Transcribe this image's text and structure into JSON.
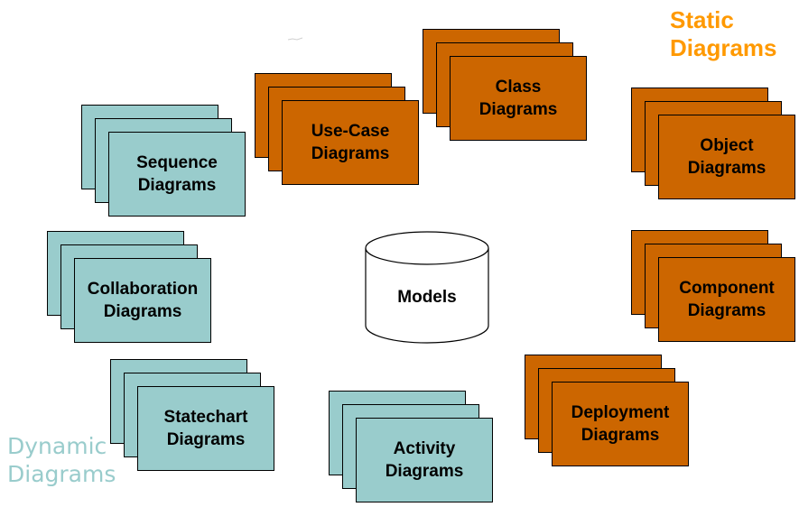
{
  "groups": {
    "static_title": "Static\nDiagrams",
    "dynamic_title": "Dynamic\nDiagrams"
  },
  "center": {
    "label": "Models"
  },
  "diagrams": [
    {
      "id": "class-diagrams",
      "label": "Class\nDiagrams",
      "kind": "static"
    },
    {
      "id": "use-case-diagrams",
      "label": "Use-Case\nDiagrams",
      "kind": "static"
    },
    {
      "id": "object-diagrams",
      "label": "Object\nDiagrams",
      "kind": "static"
    },
    {
      "id": "component-diagrams",
      "label": "Component\nDiagrams",
      "kind": "static"
    },
    {
      "id": "deployment-diagrams",
      "label": "Deployment\nDiagrams",
      "kind": "static"
    },
    {
      "id": "sequence-diagrams",
      "label": "Sequence\nDiagrams",
      "kind": "dynamic"
    },
    {
      "id": "collaboration-diagrams",
      "label": "Collaboration\nDiagrams",
      "kind": "dynamic"
    },
    {
      "id": "statechart-diagrams",
      "label": "Statechart\nDiagrams",
      "kind": "dynamic"
    },
    {
      "id": "activity-diagrams",
      "label": "Activity\nDiagrams",
      "kind": "dynamic"
    }
  ],
  "colors": {
    "static_fill": "#cc6600",
    "dynamic_fill": "#99cccc",
    "static_title": "#ff9900",
    "dynamic_title": "#99cccc",
    "outline": "#000000"
  }
}
